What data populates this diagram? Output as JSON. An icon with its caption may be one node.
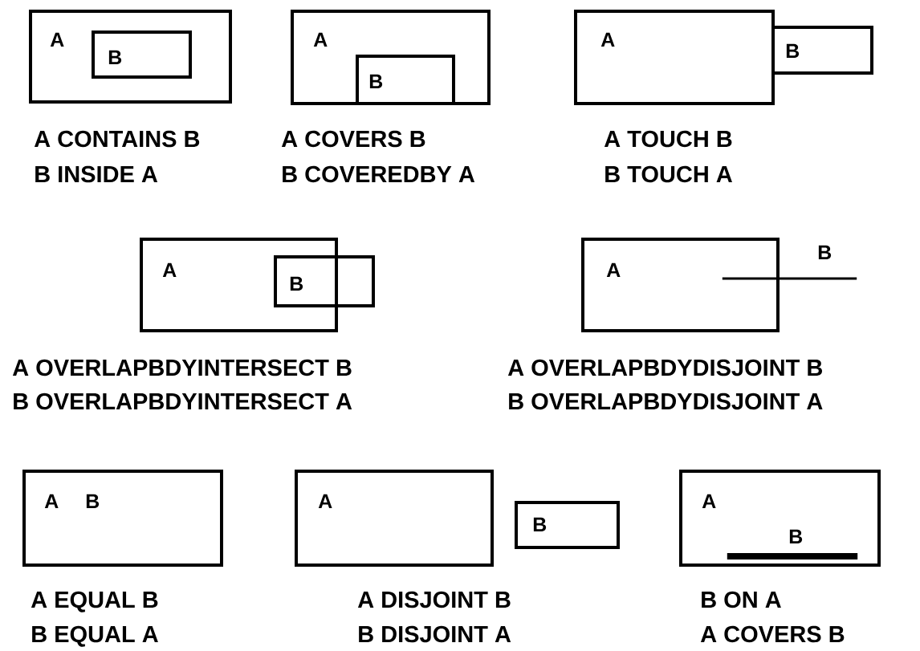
{
  "diagram": {
    "nodes": [
      {
        "text": [
          "A"
        ],
        "beside": [
          "A CONTAINS B",
          "B INSIDE A"
        ]
      },
      {
        "text": [
          "B"
        ],
        "in": 0
      },
      {
        "text": [
          "A"
        ],
        "beside": [
          "A COVERS B",
          "B COVEREDBY A"
        ]
      },
      {
        "text": [
          "B"
        ],
        "in": 2
      },
      {
        "text": [
          "A"
        ],
        "beside": [
          "A TOUCH B",
          "B TOUCH A"
        ]
      },
      {
        "text": [
          "B"
        ]
      },
      {
        "text": [
          "A"
        ],
        "beside": [
          "A OVERLAPBDYINTERSECT B",
          "B OVERLAPBDYINTERSECT A"
        ]
      },
      {
        "text": [
          "B"
        ]
      },
      {
        "text": [
          "A"
        ],
        "beside": [
          "A OVERLAPBDYDISJOINT B",
          "B OVERLAPBDYDISJOINT A"
        ]
      },
      {
        "text": [
          "B"
        ]
      },
      {
        "text": [
          "A",
          "B"
        ],
        "beside": [
          "A EQUAL B",
          "B EQUAL A"
        ]
      },
      {
        "text": [
          "A"
        ],
        "beside": [
          "A DISJOINT B",
          "B DISJOINT A"
        ]
      },
      {
        "text": [
          "B"
        ]
      },
      {
        "text": [
          "A"
        ],
        "beside": [
          "B ON A",
          "A COVERS B"
        ]
      },
      {
        "text": [
          "B"
        ],
        "in": 13
      }
    ]
  }
}
